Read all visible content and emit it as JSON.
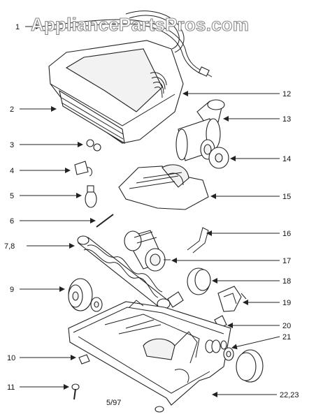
{
  "watermark": "AppliancePartsPros.com",
  "footer_code": "5/97",
  "callouts": [
    "1",
    "2",
    "3",
    "4",
    "5",
    "6",
    "7,8",
    "9",
    "10",
    "11",
    "12",
    "13",
    "14",
    "15",
    "16",
    "17",
    "18",
    "19",
    "20",
    "21",
    "22,23"
  ],
  "colors": {
    "ink": "#222222",
    "watermark_stroke": "#8a8a8a"
  }
}
